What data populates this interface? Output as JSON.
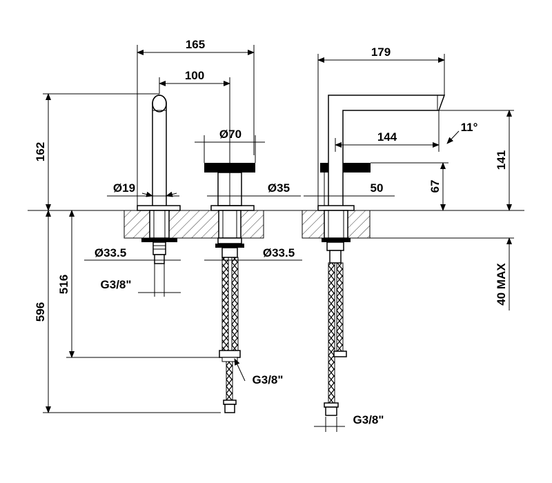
{
  "dimensions": {
    "width_side": "165",
    "spout_offset": "100",
    "handle_diameter": "Ø70",
    "spout_diameter": "Ø19",
    "body_diameter": "Ø35",
    "base_left_diameter": "Ø33.5",
    "base_right_diameter": "Ø33.5",
    "thread_left": "G3/8\"",
    "thread_center": "G3/8\"",
    "thread_right": "G3/8\"",
    "height_total": "162",
    "hose_length": "516",
    "total_length": "596",
    "width_front": "179",
    "spout_reach": "144",
    "angle": "11°",
    "height_front": "141",
    "handle_height": "67",
    "body_width": "50",
    "deck_max": "40 MAX"
  }
}
